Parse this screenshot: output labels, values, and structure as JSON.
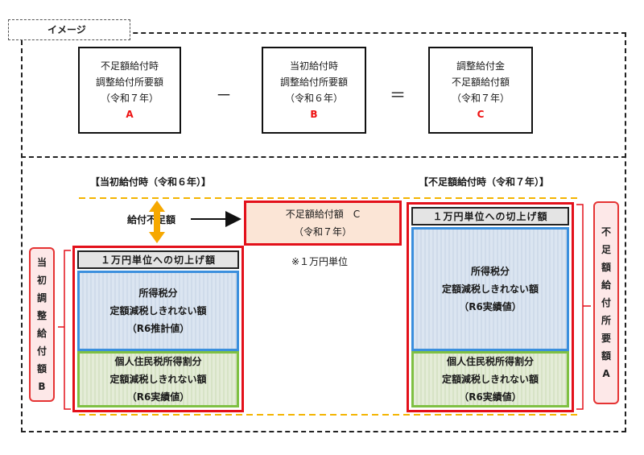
{
  "tag_label": "イメージ",
  "formula": {
    "a": {
      "lines": [
        "不足額給付時",
        "調整給付所要額",
        "（令和７年）"
      ],
      "letter": "A"
    },
    "minus": "－",
    "b": {
      "lines": [
        "当初給付時",
        "調整給付所要額",
        "（令和６年）"
      ],
      "letter": "B"
    },
    "equals": "＝",
    "c": {
      "lines": [
        "調整給付金",
        "不足額給付額",
        "（令和７年）"
      ],
      "letter": "C"
    }
  },
  "left": {
    "title": "【当初給付時（令和６年）】",
    "vertical_label": [
      "当",
      "初",
      "調",
      "整",
      "給",
      "付",
      "額",
      "B"
    ],
    "roundup": "１万円単位への切上げ額",
    "income": [
      "所得税分",
      "定額減税しきれない額",
      "（R6推計値）"
    ],
    "resident": [
      "個人住民税所得割分",
      "定額減税しきれない額",
      "（R6実績値）"
    ]
  },
  "middle": {
    "shortfall_label": "給付不足額",
    "box": [
      "不足額給付額　C",
      "（令和７年）"
    ],
    "note": "※１万円単位"
  },
  "right": {
    "title": "【不足額給付時（令和７年）】",
    "vertical_label": [
      "不",
      "足",
      "額",
      "給",
      "付",
      "所",
      "要",
      "額",
      "A"
    ],
    "roundup": "１万円単位への切上げ額",
    "income": [
      "所得税分",
      "定額減税しきれない額",
      "（R6実績値）"
    ],
    "resident": [
      "個人住民税所得割分",
      "定額減税しきれない額",
      "（R6実績値）"
    ]
  },
  "colors": {
    "red": "#e3101a",
    "orange_dash": "#f4b400",
    "blue": "#3b8fdd",
    "green": "#7fc043",
    "orange_arrow": "#f6a800"
  }
}
